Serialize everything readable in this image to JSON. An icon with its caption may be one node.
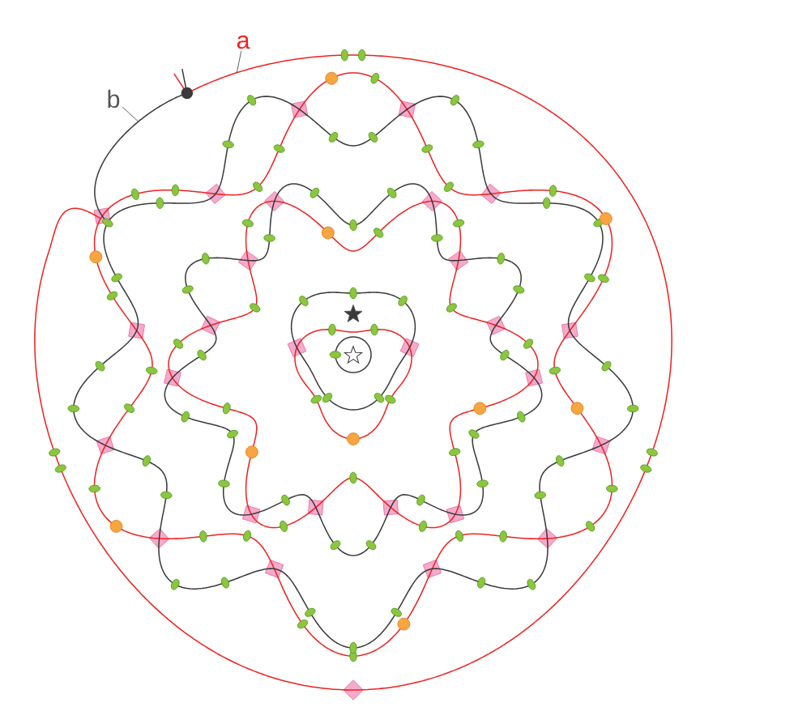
{
  "diagram": {
    "nodes": [
      {
        "text": [
          "a"
        ]
      },
      {
        "text": [
          "b"
        ]
      }
    ],
    "edges": [
      {
        "from": 0,
        "to": null,
        "arrow": "none"
      },
      {
        "from": 1,
        "to": null,
        "arrow": "none"
      }
    ]
  }
}
